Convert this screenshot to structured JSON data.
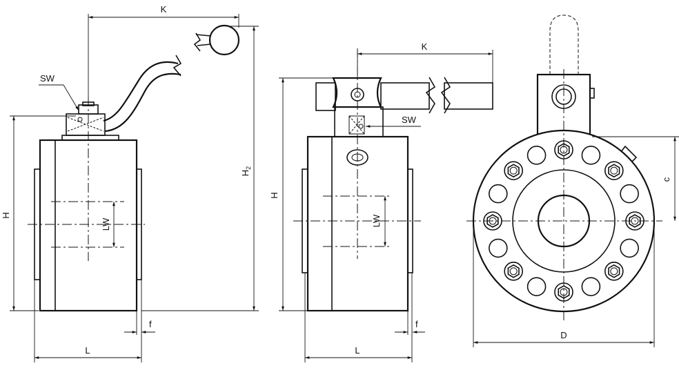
{
  "view_left": {
    "K": "K",
    "SW": "SW",
    "H": "H",
    "H2": "H",
    "H2_sub": "2",
    "LW": "LW",
    "L": "L",
    "f": "f"
  },
  "view_middle": {
    "K": "K",
    "SW": "SW",
    "H": "H",
    "LW": "LW",
    "L": "L",
    "f": "f"
  },
  "view_right": {
    "c": "c",
    "D": "D"
  }
}
